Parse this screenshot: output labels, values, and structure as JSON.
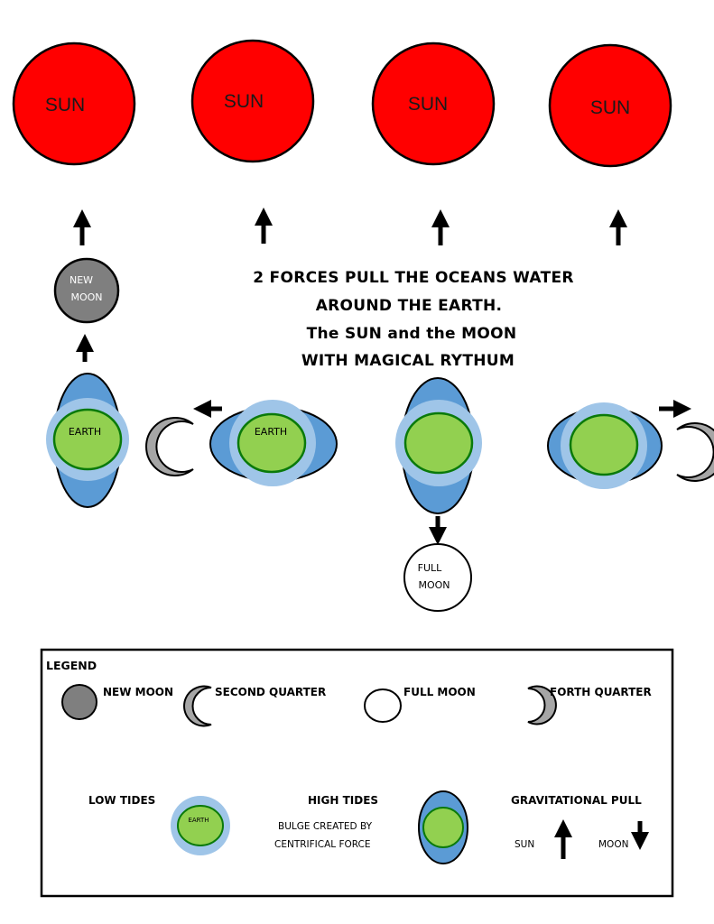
{
  "suns": [
    "SUN",
    "SUN",
    "SUN",
    "SUN"
  ],
  "new_moon_label": [
    "NEW",
    "MOON"
  ],
  "full_moon_label": [
    "FULL",
    "MOON"
  ],
  "earth_labels": [
    "EARTH",
    "EARTH"
  ],
  "title_lines": [
    "2 FORCES PULL THE OCEANS WATER",
    "AROUND THE EARTH.",
    "The SUN  and the MOON",
    "WITH MAGICAL RYTHUM"
  ],
  "legend": {
    "title": "LEGEND",
    "new_moon": "NEW MOON",
    "second_quarter": "SECOND QUARTER",
    "full_moon": "FULL MOON",
    "forth_quarter": "FORTH QUARTER",
    "low_tides": "LOW TIDES",
    "low_tides_earth": "EARTH",
    "high_tides": "HIGH TIDES",
    "bulge_line1": "BULGE CREATED BY",
    "bulge_line2": "CENTRIFICAL FORCE",
    "gravitational_pull": "GRAVITATIONAL PULL",
    "sun": "SUN",
    "moon": "MOON"
  },
  "colors": {
    "sun": "#ff0000",
    "ocean_bulge": "#5b9bd5",
    "low_tide_halo": "#9fc5e8",
    "earth": "#92d050",
    "earth_border": "#0a7a0a",
    "new_moon": "#7f7f7f",
    "quarter_moon": "#a6a6a6"
  }
}
